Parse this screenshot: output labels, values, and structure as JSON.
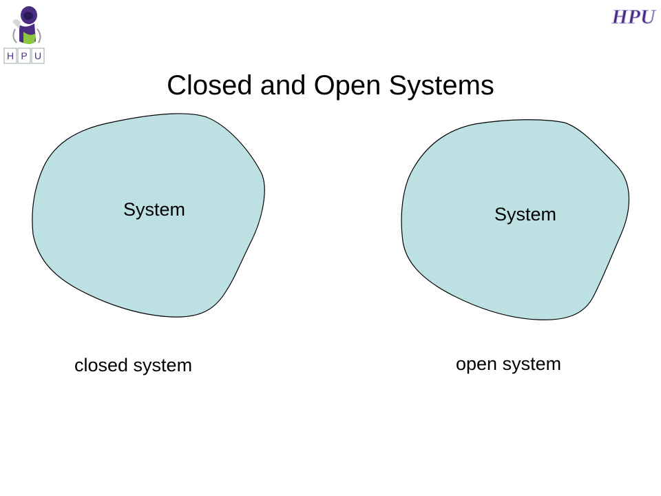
{
  "slide": {
    "title": "Closed and Open Systems",
    "logos": {
      "left": {
        "icon": "hpu-mascot-logo",
        "letters": [
          "H",
          "P",
          "U"
        ]
      },
      "right": {
        "icon": "hpu-script-logo",
        "text": "HPU"
      }
    },
    "systems": [
      {
        "label": "System",
        "caption": "closed system"
      },
      {
        "label": "System",
        "caption": "open system"
      }
    ],
    "colors": {
      "system_fill": "#bde0e3",
      "brand_purple": "#4b2c83",
      "text": "#000000"
    }
  }
}
